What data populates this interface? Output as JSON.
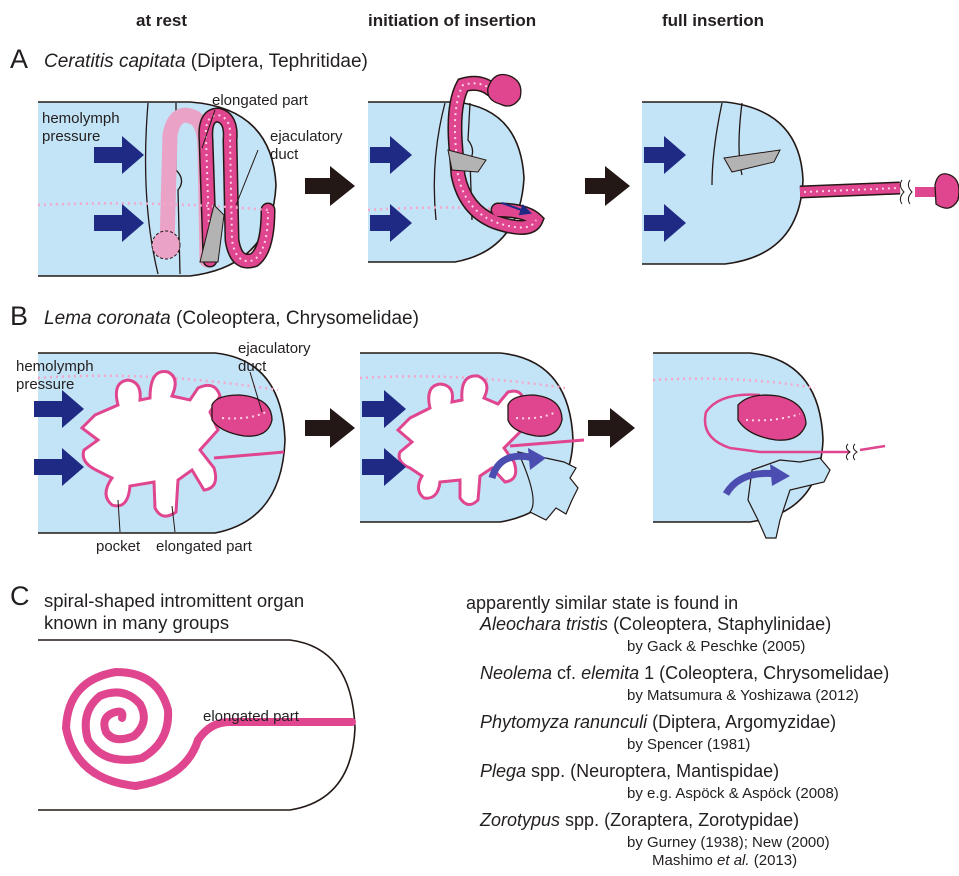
{
  "headers": {
    "rest": "at rest",
    "initiation": "initiation of insertion",
    "full": "full insertion"
  },
  "panel_a": {
    "letter": "A",
    "species": "Ceratitis capitata",
    "taxon": " (Diptera, Tephritidae)",
    "labels": {
      "hemolymph_1": "hemolymph",
      "hemolymph_2": "pressure",
      "elongated": "elongated part",
      "ejac_1": "ejaculatory",
      "ejac_2": "duct"
    }
  },
  "panel_b": {
    "letter": "B",
    "species": "Lema coronata",
    "taxon": " (Coleoptera, Chrysomelidae)",
    "labels": {
      "hemolymph_1": "hemolymph",
      "hemolymph_2": "pressure",
      "ejac_1": "ejaculatory",
      "ejac_2": "duct",
      "pocket": "pocket",
      "elongated": "elongated part"
    }
  },
  "panel_c": {
    "letter": "C",
    "line1": "spiral-shaped intromittent organ",
    "line2": "known in many groups",
    "elongated": "elongated part",
    "intro": "apparently similar state is found in",
    "examples": [
      {
        "italic": "Aleochara tristis",
        "rest": " (Coleoptera, Staphylinidae)",
        "ref": "by Gack & Peschke (2005)"
      },
      {
        "italic": "Neolema",
        "mid": " cf. ",
        "italic2": "elemita",
        "rest": " 1 (Coleoptera, Chrysomelidae)",
        "ref": "by Matsumura & Yoshizawa (2012)"
      },
      {
        "italic": "Phytomyza ranunculi",
        "rest": " (Diptera, Argomyzidae)",
        "ref": "by Spencer (1981)"
      },
      {
        "italic": "Plega",
        "rest": " spp. (Neuroptera, Mantispidae)",
        "ref": "by e.g. Aspöck & Aspöck (2008)"
      },
      {
        "italic": "Zorotypus",
        "rest": " spp. (Zoraptera, Zorotypidae)",
        "ref": "by Gurney (1938); New (2000)"
      }
    ],
    "ref_last_a": "Mashimo ",
    "ref_last_b": "et al.",
    "ref_last_c": " (2013)"
  },
  "colors": {
    "body_fill": "#c3e3f6",
    "organ_pink": "#e0468f",
    "organ_light": "#eaa3c6",
    "arrow_navy": "#1f2a85",
    "arrow_black": "#231815",
    "sclerite_gray": "#b3b3b3"
  }
}
